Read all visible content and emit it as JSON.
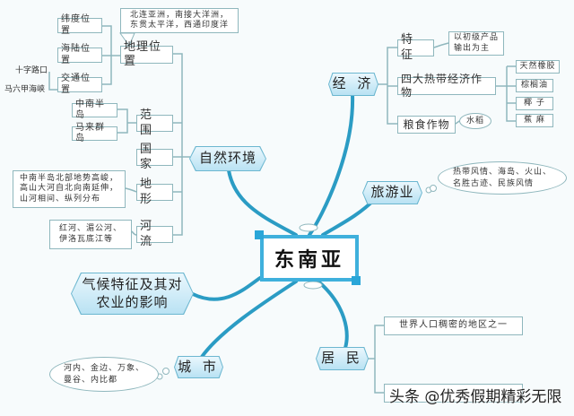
{
  "center": {
    "title": "东南亚"
  },
  "natural": {
    "label": "自然环境",
    "geo": {
      "label": "地理位置",
      "callout": "北连亚洲，南接大洋洲，\n东贯太平洋，西通印度洋",
      "items": [
        "纬度位置",
        "海陆位置",
        "交通位置"
      ],
      "traffic_notes": [
        "十字路口",
        "马六甲海峡"
      ]
    },
    "scope": {
      "label": "范 围",
      "items": [
        "中南半岛",
        "马来群岛"
      ]
    },
    "country": {
      "label": "国 家"
    },
    "terrain": {
      "label": "地 形",
      "note": "中南半岛北部地势高峻，\n高山大河自北向南延伸，\n山河相间、纵列分布"
    },
    "river": {
      "label": "河 流",
      "note": "红河、湄公河、\n伊洛瓦底江等"
    }
  },
  "economy": {
    "label": "经 济",
    "feature": {
      "label": "特 征",
      "note": "以初级产品\n输出为主"
    },
    "cash_crops": {
      "label": "四大热带经济作物",
      "items": [
        "天然橡胶",
        "棕榈油",
        "椰 子",
        "蕉 麻"
      ]
    },
    "food": {
      "label": "粮食作物",
      "note": "水稻"
    }
  },
  "tourism": {
    "label": "旅游业",
    "note": "热带风情、海岛、火山、\n名胜古迹、民族风情"
  },
  "climate": {
    "label": "气候特征及其对\n农业的影响"
  },
  "cities": {
    "label": "城 市",
    "note": "河内、金边、万象、\n曼谷、内比都"
  },
  "residents": {
    "label": "居 民",
    "items": [
      "世界人口稠密的地区之一",
      ""
    ]
  },
  "watermark": "头条 @优秀假期精彩无限",
  "colors": {
    "branch": "#2b9cc4",
    "box_border": "#8fb7bd",
    "node_fill": "#cdeaf7",
    "center_border": "#3fb0dc"
  }
}
